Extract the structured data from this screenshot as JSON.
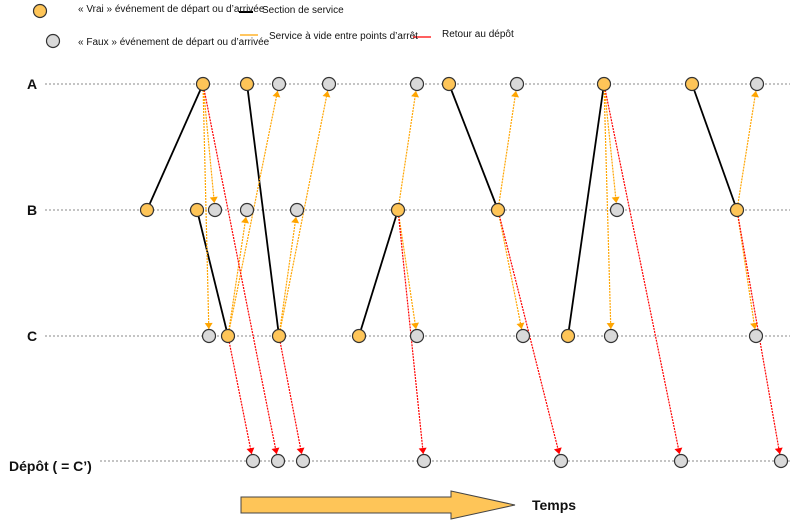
{
  "legend": {
    "true_event": "« Vrai » événement de départ ou d’arrivée",
    "false_event": "« Faux » événement de départ ou d’arrivée",
    "service": "Section de service",
    "deadhead": "Service à vide entre points d’arrêt",
    "depot_return": "Retour au dépôt"
  },
  "rows": {
    "a": "A",
    "b": "B",
    "c": "C",
    "depot": "Dépôt ( = C’)"
  },
  "time_label": "Temps",
  "colors": {
    "true_fill": "#FEC558",
    "false_fill": "#D9D9D9",
    "service": "#000000",
    "deadhead": "#FFA500",
    "depot": "#FF0000",
    "arrow": "#FEC558"
  }
}
